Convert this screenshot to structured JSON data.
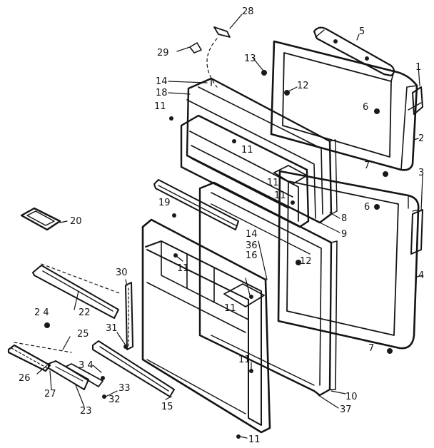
{
  "labels": {
    "l1": "1",
    "l2": "2",
    "l3": "3",
    "l4": "4",
    "l5": "5",
    "l6a": "6",
    "l6b": "6",
    "l7a": "7",
    "l7b": "7",
    "l8": "8",
    "l9": "9",
    "l10": "10",
    "l11a": "11",
    "l11b": "11",
    "l11c": "11",
    "l11d": "11",
    "l11e": "11",
    "l11f": "11",
    "l11g": "11",
    "l11h": "11",
    "l12a": "12",
    "l12b": "12",
    "l13": "13",
    "l14a": "14",
    "l14b": "14",
    "l15": "15",
    "l16": "16",
    "l18": "18",
    "l19": "19",
    "l20": "20",
    "l22": "22",
    "l23": "23",
    "l24": "2 4",
    "l25": "25",
    "l26": "26",
    "l27": "27",
    "l28": "28",
    "l29": "29",
    "l30": "30",
    "l31": "31",
    "l32": "32",
    "l33": "33",
    "l34": "3 4",
    "l36": "36",
    "l37": "37"
  }
}
